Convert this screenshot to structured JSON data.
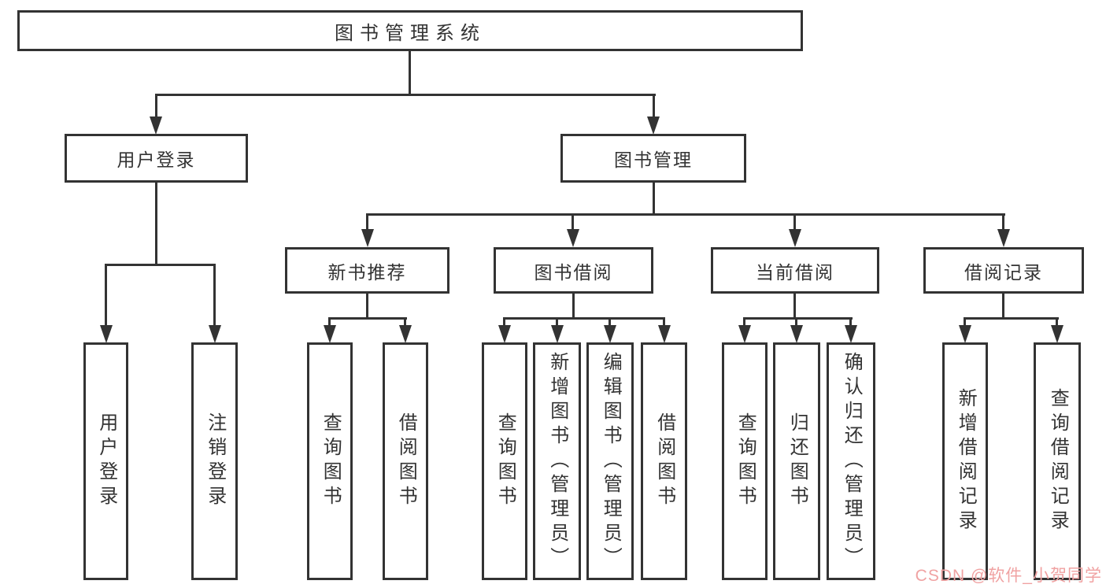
{
  "nodes": {
    "root": "图书管理系统",
    "level2": [
      "用户登录",
      "图书管理"
    ],
    "level3": [
      "新书推荐",
      "图书借阅",
      "当前借阅",
      "借阅记录"
    ],
    "leaves_login": [
      "用户登录",
      "注销登录"
    ],
    "leaves_newbook": [
      "查询图书",
      "借阅图书"
    ],
    "leaves_borrow": [
      "查询图书",
      "新增图书（管理员）",
      "编辑图书（管理员）",
      "借阅图书"
    ],
    "leaves_current": [
      "查询图书",
      "归还图书",
      "确认归还（管理员）"
    ],
    "leaves_record": [
      "新增借阅记录",
      "查询借阅记录"
    ]
  },
  "watermark": {
    "text": "CSDN @软件_小贺同学",
    "color": "#f0a2a2"
  },
  "style": {
    "line_color": "#333333",
    "background": "#ffffff",
    "text_color": "#333333"
  }
}
